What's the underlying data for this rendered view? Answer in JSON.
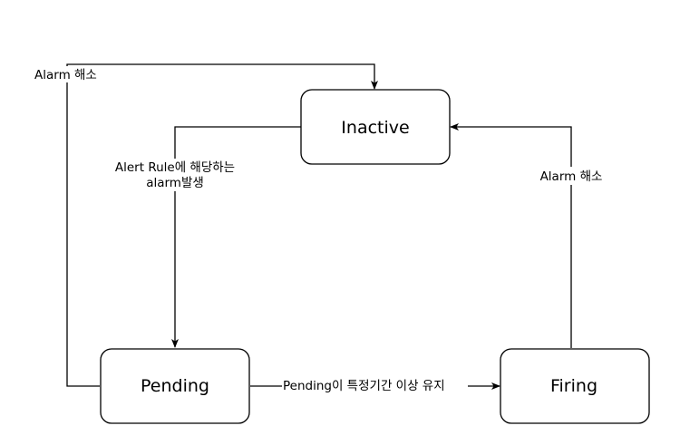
{
  "states": {
    "inactive": "Inactive",
    "pending": "Pending",
    "firing": "Firing"
  },
  "transitions": {
    "pending_to_inactive": "Alarm 해소",
    "inactive_to_pending_line1": "Alert Rule에 해당하는",
    "inactive_to_pending_line2": "alarm발생",
    "pending_to_firing": "Pending이 특정기간 이상 유지",
    "firing_to_inactive": "Alarm 해소"
  }
}
